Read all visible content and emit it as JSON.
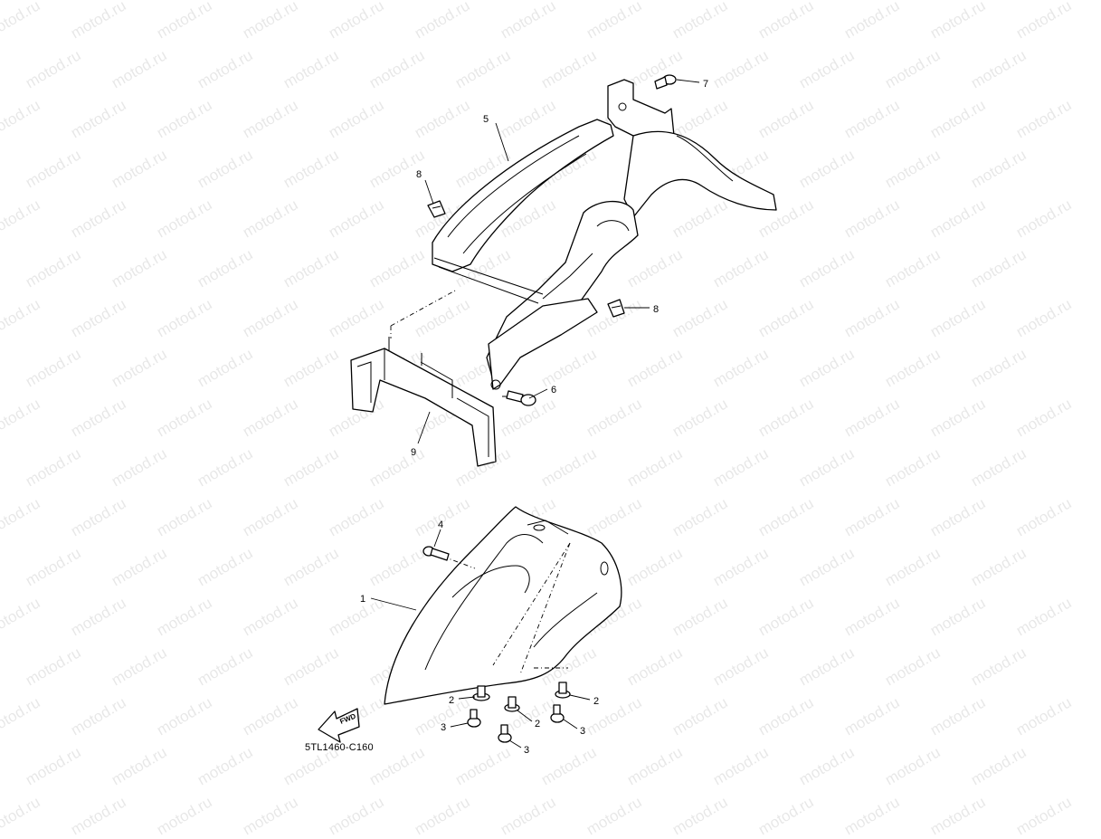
{
  "watermark": "motod.ru",
  "diagram_code": "5TL1460-C160",
  "fwd_label": "FWD",
  "callouts": {
    "c1": "1",
    "c2a": "2",
    "c2b": "2",
    "c2c": "2",
    "c3a": "3",
    "c3b": "3",
    "c3c": "3",
    "c4": "4",
    "c5": "5",
    "c6": "6",
    "c7": "7",
    "c8a": "8",
    "c8b": "8",
    "c9": "9"
  }
}
